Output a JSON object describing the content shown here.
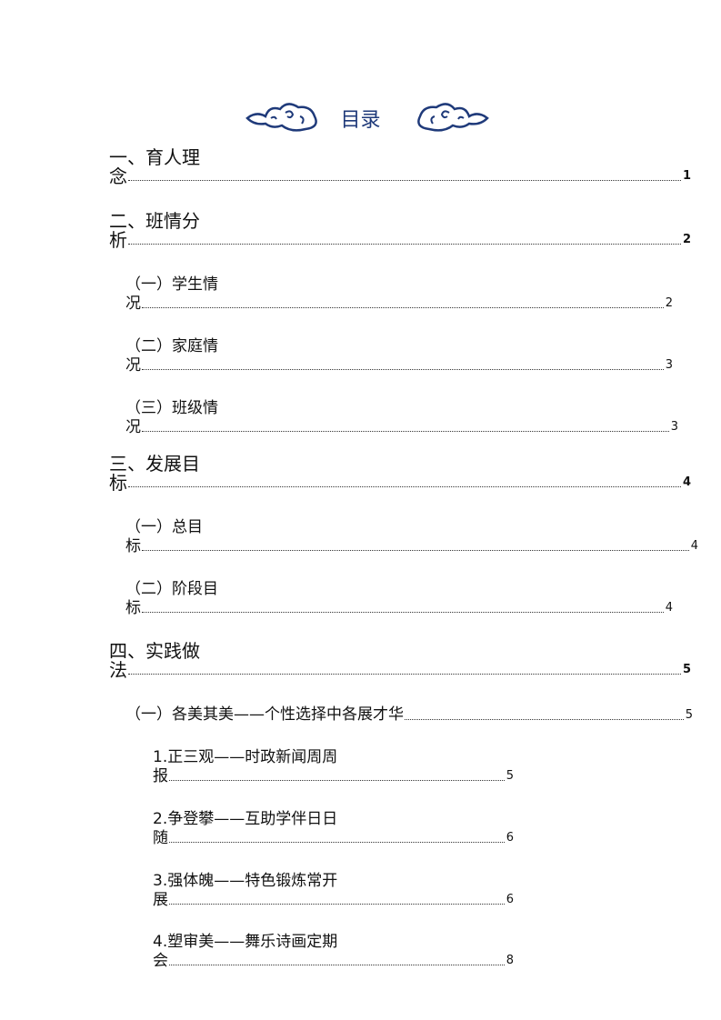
{
  "title": "目录",
  "entries": [
    {
      "line1": "一、育人理",
      "line2": "念",
      "page": "1"
    },
    {
      "line1": "二、班情分",
      "line2": "析",
      "page": "2"
    },
    {
      "line1": "（一）学生情",
      "line2": "况",
      "page": "2"
    },
    {
      "line1": "（二）家庭情",
      "line2": "况",
      "page": "3"
    },
    {
      "line1": "（三）班级情",
      "line2": "况",
      "page": "3"
    },
    {
      "line1": "三、发展目",
      "line2": "标",
      "page": "4"
    },
    {
      "line1": "（一）总目",
      "line2": "标",
      "page": "4"
    },
    {
      "line1": "（二）阶段目",
      "line2": "标",
      "page": "4"
    },
    {
      "line1": "四、实践做",
      "line2": "法",
      "page": "5"
    },
    {
      "line1": "（一）各美其美——个性选择中各展才华",
      "page": "5"
    },
    {
      "line1": "1.正三观——时政新闻周周",
      "line2": "报",
      "page": "5"
    },
    {
      "line1": "2.争登攀——互助学伴日日",
      "line2": "随",
      "page": "6"
    },
    {
      "line1": "3.强体魄——特色锻炼常开",
      "line2": "展",
      "page": "6"
    },
    {
      "line1": "4.塑审美——舞乐诗画定期",
      "line2": "会",
      "page": "8"
    }
  ]
}
